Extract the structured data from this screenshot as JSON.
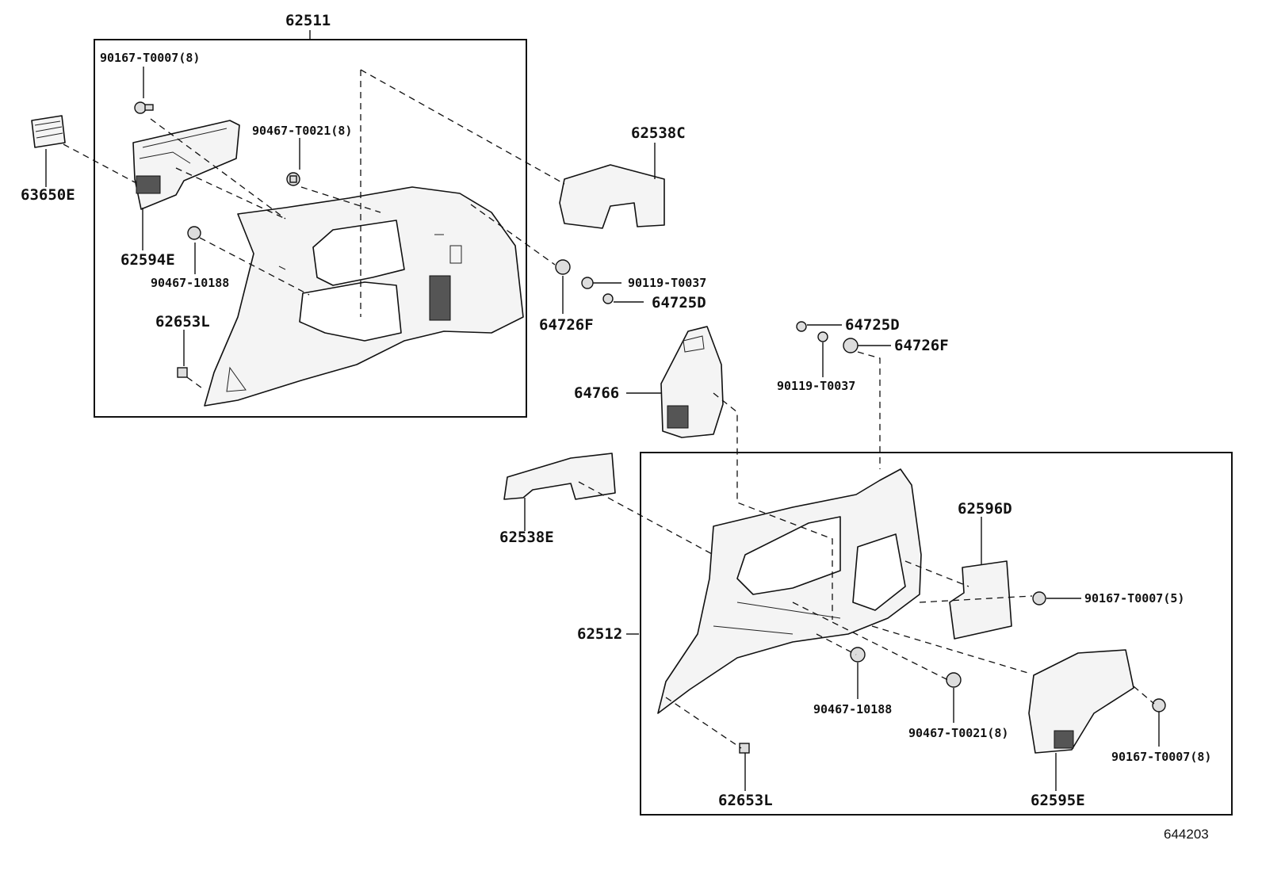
{
  "labels": {
    "p62511": "62511",
    "p90167_top": "90167-T0007(8)",
    "p90467_t0021_top": "90467-T0021(8)",
    "p63650e": "63650E",
    "p62594e": "62594E",
    "p90467_10188_top": "90467-10188",
    "p62653l_top": "62653L",
    "p62538c": "62538C",
    "p90119_top": "90119-T0037",
    "p64725d_top": "64725D",
    "p64726f_top": "64726F",
    "p64725d_right": "64725D",
    "p64726f_right": "64726F",
    "p90119_right": "90119-T0037",
    "p64766": "64766",
    "p62538e": "62538E",
    "p62512": "62512",
    "p62596d": "62596D",
    "p90167_5": "90167-T0007(5)",
    "p90467_10188_bot": "90467-10188",
    "p90467_t0021_bot": "90467-T0021(8)",
    "p90167_8_bot": "90167-T0007(8)",
    "p62653l_bot": "62653L",
    "p62595e": "62595E",
    "diagram_id": "644203"
  }
}
